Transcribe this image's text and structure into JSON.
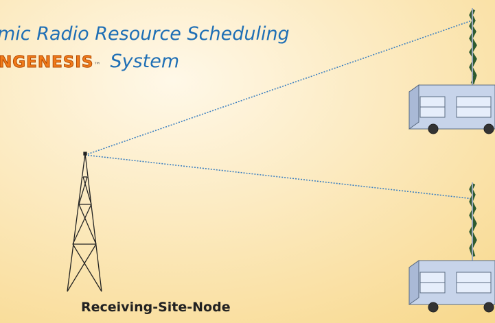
{
  "title": {
    "line1": "mic Radio Resource Scheduling",
    "logo_text": "NGENESIS",
    "trademark": "™",
    "line2": "System"
  },
  "nodes": {
    "receiving_label": "Receiving-Site-Node"
  },
  "colors": {
    "title": "#1f6fb5",
    "link_line": "#3b7fc0",
    "logo": "#f07a1a",
    "background_top": "#fdf0d4",
    "background_bottom": "#f8dc9a"
  }
}
